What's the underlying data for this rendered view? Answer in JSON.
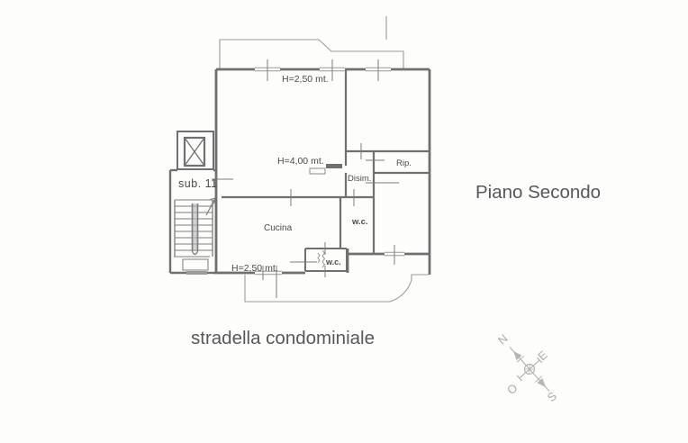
{
  "page": {
    "floor_title": "Piano Secondo",
    "street_label": "stradella condominiale"
  },
  "plan": {
    "unit_label": "sub. 11",
    "rooms": {
      "kitchen": "Cucina",
      "hallway": "Disim.",
      "storage": "Rip.",
      "bathroom": "w.c.",
      "bathroom_small": "w.c."
    },
    "heights": {
      "upper": "H=2,50 mt.",
      "living": "H=4,00 mt.",
      "lower": "H=2,50 mt."
    }
  },
  "compass": {
    "north": "N",
    "east": "E",
    "west": "O",
    "south": "S"
  },
  "colors": {
    "wall": "#707070",
    "thin_line": "#9a9a9a",
    "label_text": "#4a4a4a",
    "title_text": "#58585a",
    "compass": "#b5b5b5",
    "background": "#fdfdfc"
  }
}
